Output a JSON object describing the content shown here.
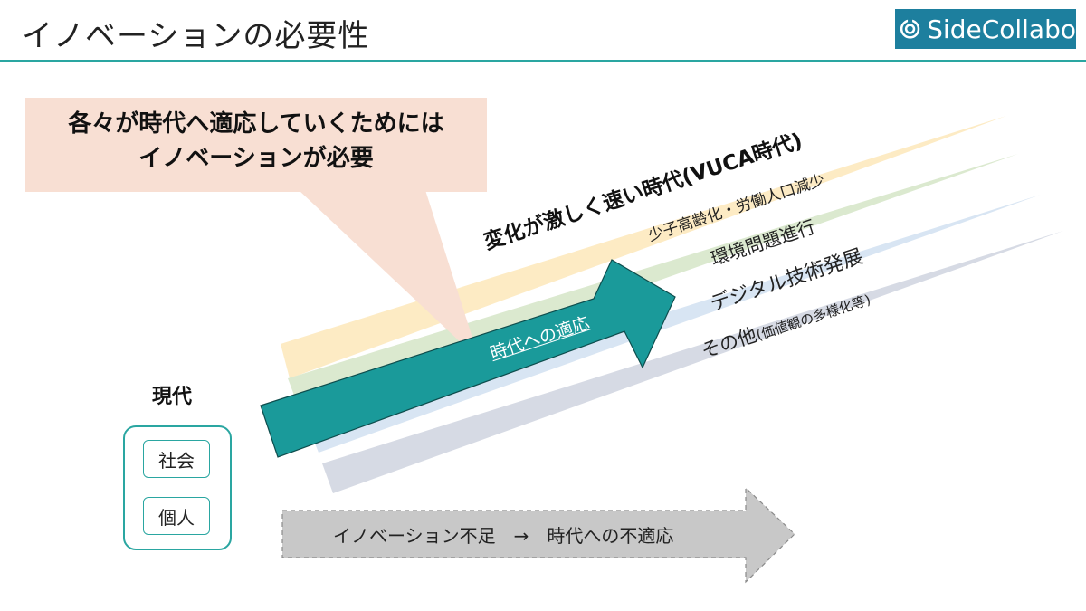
{
  "header": {
    "title": "イノベーションの必要性",
    "logo_text": "SideCollabo"
  },
  "callout": {
    "line1": "各々が時代へ適応していくためには",
    "line2": "イノベーションが必要"
  },
  "trends": {
    "headline": "変化が激しく速い時代(VUCA時代)",
    "items": [
      {
        "label": "少子高齢化・労働人口減少",
        "color": "#fdebc4"
      },
      {
        "label": "環境問題進行",
        "color": "#dbe9cf"
      },
      {
        "label": "デジタル技術発展",
        "color": "#d8e5f3"
      },
      {
        "label": "その他",
        "label_note": "(価値観の多様化等)",
        "color": "#d6dae4"
      }
    ]
  },
  "adapt_arrow": {
    "label": "時代への適応",
    "color": "#1a9a9a"
  },
  "present": {
    "label": "現代",
    "items": [
      "社会",
      "個人"
    ]
  },
  "fail_arrow": {
    "label": "イノベーション不足　→　時代への不適応",
    "color": "#c8c8c8"
  }
}
